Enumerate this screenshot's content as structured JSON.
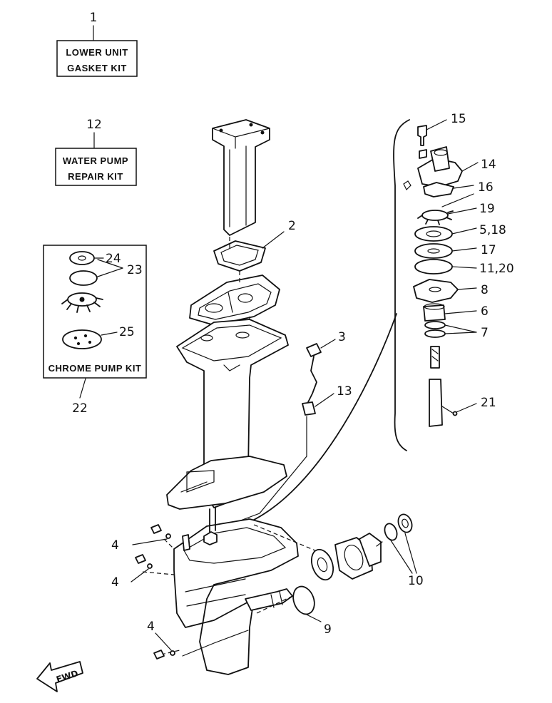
{
  "kits": {
    "lower_unit": {
      "number": "1",
      "line1": "LOWER UNIT",
      "line2": "GASKET KIT"
    },
    "water_pump": {
      "number": "12",
      "line1": "WATER PUMP",
      "line2": "REPAIR KIT"
    },
    "chrome_pump": {
      "number": "22",
      "label": "CHROME PUMP KIT"
    }
  },
  "callouts": {
    "c2": "2",
    "c3": "3",
    "c4a": "4",
    "c4b": "4",
    "c4c": "4",
    "c5_18": "5,18",
    "c6": "6",
    "c7": "7",
    "c8": "8",
    "c9": "9",
    "c10": "10",
    "c11_20": "11,20",
    "c13": "13",
    "c14": "14",
    "c15": "15",
    "c16": "16",
    "c17": "17",
    "c19": "19",
    "c21": "21",
    "c23": "23",
    "c24": "24",
    "c25": "25"
  },
  "fwd": {
    "label": "FWD"
  }
}
